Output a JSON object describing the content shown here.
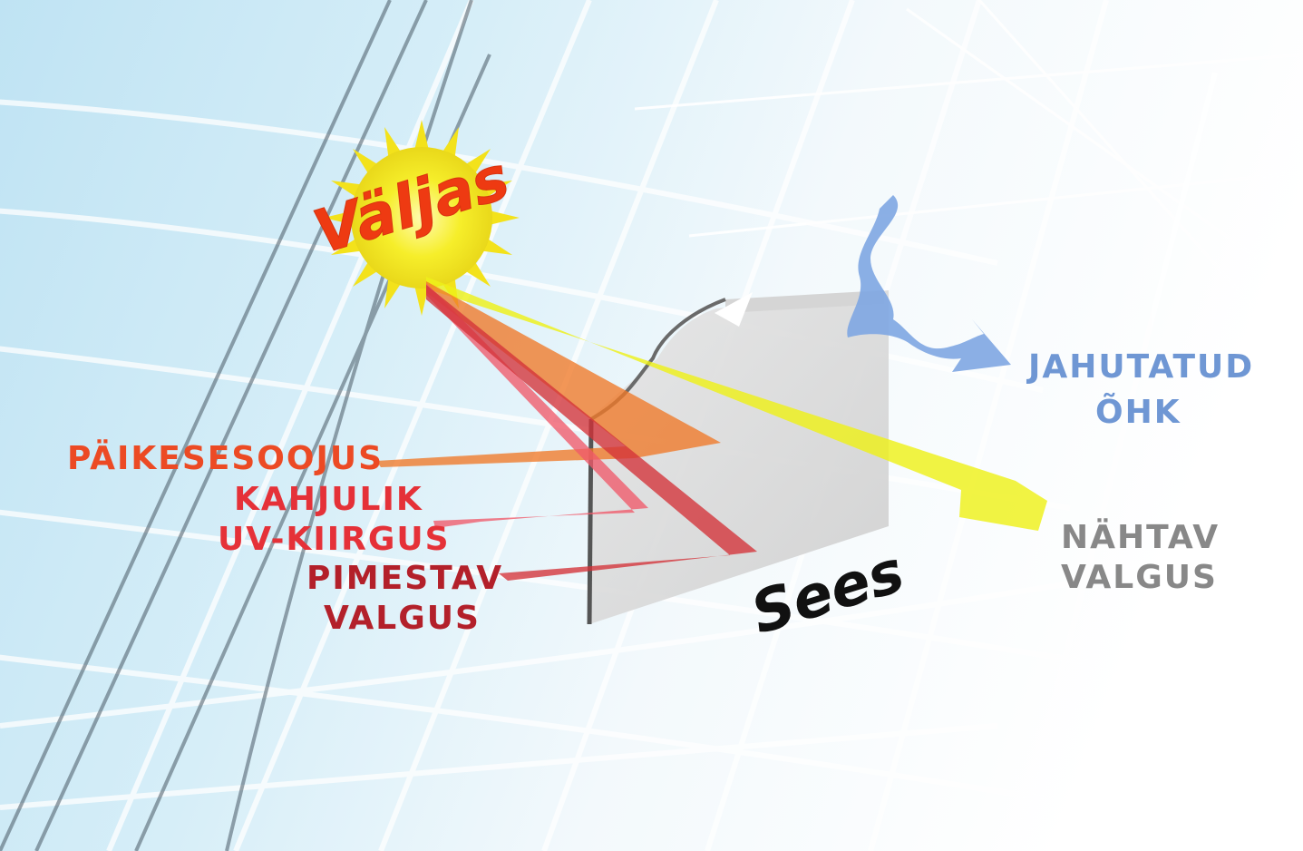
{
  "diagram": {
    "outside_label": "Väljas",
    "inside_label": "Sees",
    "labels": {
      "solar_heat": "PÄIKESESOOJUS",
      "harmful_uv_line1": "KAHJULIK",
      "harmful_uv_line2": "UV-KIIRGUS",
      "glare_line1": "PIMESTAV",
      "glare_line2": "VALGUS",
      "cooled_air_line1": "JAHUTATUD",
      "cooled_air_line2": "ÕHK",
      "visible_light_line1": "NÄHTAV",
      "visible_light_line2": "VALGUS"
    },
    "colors": {
      "solar_heat": "#ec4a24",
      "harmful_uv": "#e53138",
      "glare": "#b3202a",
      "cooled_air": "#6f97d4",
      "visible_light": "#888888",
      "outside": "#ee3a12",
      "inside": "#111111",
      "sun": "#f3ec1c",
      "sky": "#cfe8f5"
    }
  }
}
